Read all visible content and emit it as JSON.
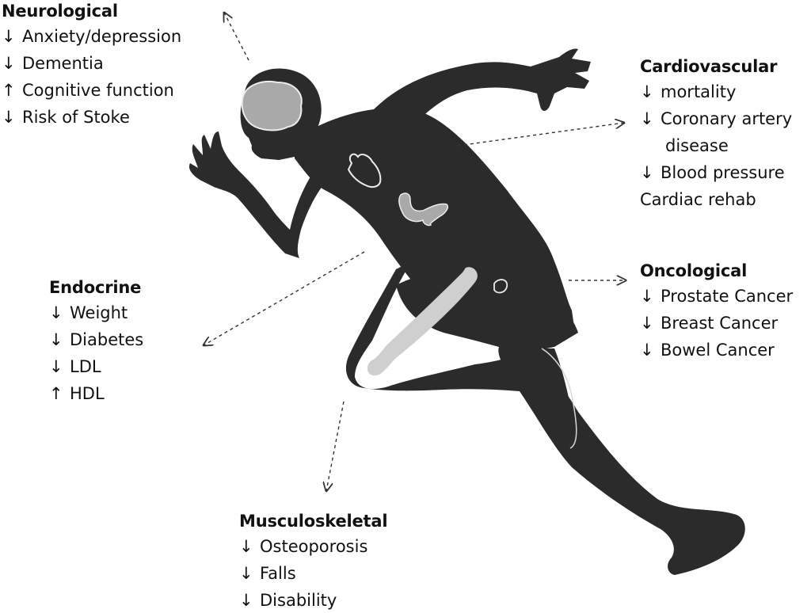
{
  "colors": {
    "silhouette": "#2b2b2b",
    "organ_fill": "#a9a9a9",
    "organ_stroke": "#ececec",
    "bone_fill": "#cfcfcf",
    "arrow_line": "#333333",
    "text": "#111111"
  },
  "panels": {
    "neurological": {
      "title": "Neurological",
      "items": [
        {
          "arrow": "↓",
          "text": "Anxiety/depression"
        },
        {
          "arrow": "↓",
          "text": "Dementia"
        },
        {
          "arrow": "↑",
          "text": "Cognitive function"
        },
        {
          "arrow": "↓",
          "text": "Risk of Stoke"
        }
      ]
    },
    "cardiovascular": {
      "title": "Cardiovascular",
      "items": [
        {
          "arrow": "↓",
          "text": "mortality"
        },
        {
          "arrow": "↓",
          "text": "Coronary artery"
        },
        {
          "arrow": "",
          "text": "disease"
        },
        {
          "arrow": "↓",
          "text": "Blood pressure"
        },
        {
          "arrow": "",
          "text": "Cardiac rehab"
        }
      ]
    },
    "endocrine": {
      "title": "Endocrine",
      "items": [
        {
          "arrow": "↓",
          "text": "Weight"
        },
        {
          "arrow": "↓",
          "text": "Diabetes"
        },
        {
          "arrow": "↓",
          "text": "LDL"
        },
        {
          "arrow": "↑",
          "text": "HDL"
        }
      ]
    },
    "oncological": {
      "title": "Oncological",
      "items": [
        {
          "arrow": "↓",
          "text": "Prostate Cancer"
        },
        {
          "arrow": "↓",
          "text": "Breast Cancer"
        },
        {
          "arrow": "↓",
          "text": "Bowel Cancer"
        }
      ]
    },
    "musculoskeletal": {
      "title": "Musculoskeletal",
      "items": [
        {
          "arrow": "↓",
          "text": "Osteoporosis"
        },
        {
          "arrow": "↓",
          "text": "Falls"
        },
        {
          "arrow": "↓",
          "text": "Disability"
        }
      ]
    }
  }
}
